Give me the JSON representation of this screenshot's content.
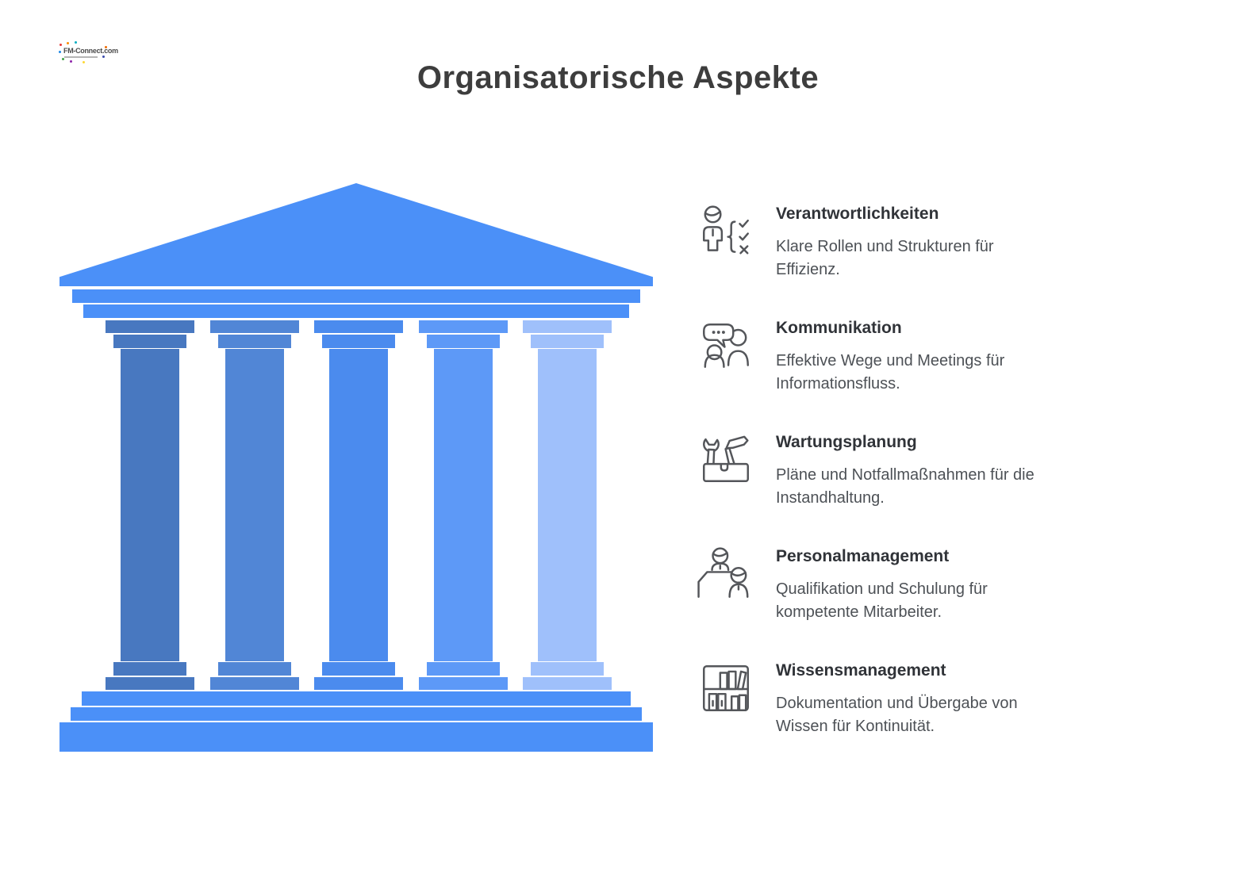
{
  "colors": {
    "background": "#ffffff",
    "structure_blue": "#4b90f8",
    "title_text": "#3d3d3d",
    "item_title_text": "#303338",
    "item_body_text": "#4d5156",
    "icon_stroke": "#54565a"
  },
  "logo": {
    "text": "FM-Connect.com",
    "dot_colors": [
      "#e53935",
      "#1e88e5",
      "#43a047",
      "#fb8c00",
      "#00acc1",
      "#8e24aa",
      "#fdd835",
      "#ef6c00",
      "#3949ab"
    ]
  },
  "header": {
    "title": "Organisatorische Aspekte"
  },
  "temple": {
    "structure_color": "#4b90f8",
    "column_colors": [
      "#4878c0",
      "#5186d6",
      "#4b8bee",
      "#5d99f7",
      "#9fc0fb"
    ]
  },
  "items": [
    {
      "icon": "person-checklist-icon",
      "title": "Verantwortlichkeiten",
      "description": "Klare Rollen und Strukturen für Effizienz."
    },
    {
      "icon": "people-speech-bubble-icon",
      "title": "Kommunikation",
      "description": "Effektive Wege und Meetings für Informationsfluss."
    },
    {
      "icon": "toolbox-icon",
      "title": "Wartungsplanung",
      "description": "Pläne und Notfallmaßnahmen für die Instandhaltung."
    },
    {
      "icon": "trainer-desk-icon",
      "title": "Personalmanagement",
      "description": "Qualifikation und Schulung für kompetente Mitarbeiter."
    },
    {
      "icon": "bookshelf-icon",
      "title": "Wissensmanagement",
      "description": "Dokumentation und Übergabe von Wissen für Kontinuität."
    }
  ]
}
